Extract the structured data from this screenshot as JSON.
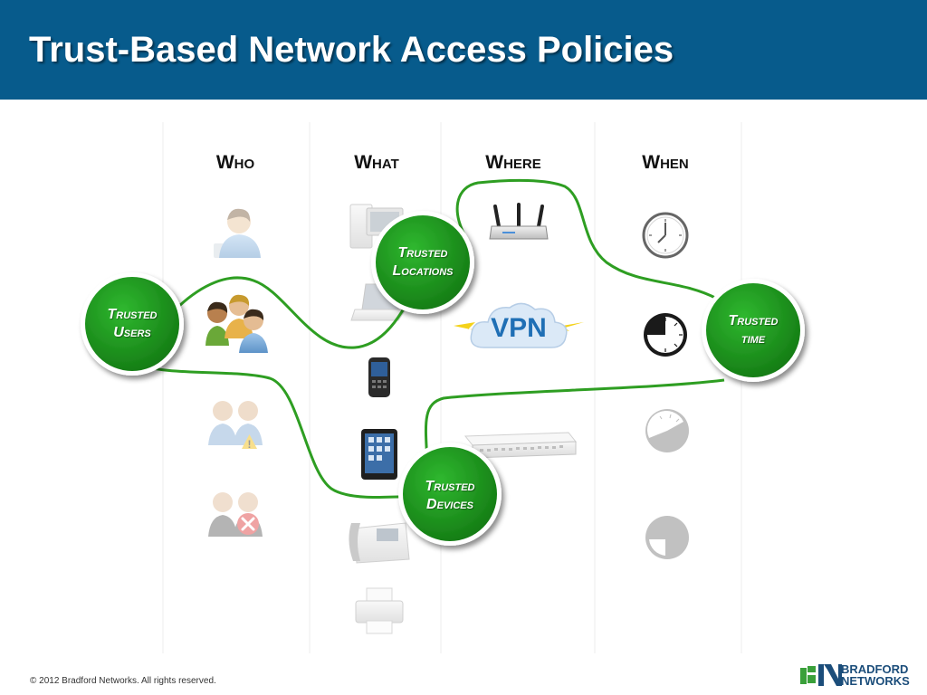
{
  "header": {
    "title": "Trust-Based Network Access Policies",
    "bg_color": "#075b8c"
  },
  "columns": [
    {
      "label": "Who"
    },
    {
      "label": "What"
    },
    {
      "label": "Where"
    },
    {
      "label": "When"
    }
  ],
  "bubbles": {
    "users": {
      "line1": "Trusted",
      "line2": "Users"
    },
    "locations": {
      "line1": "Trusted",
      "line2": "Locations"
    },
    "time": {
      "line1": "Trusted",
      "line2": "time"
    },
    "devices": {
      "line1": "Trusted",
      "line2": "Devices"
    }
  },
  "vpn_label": "VPN",
  "colors": {
    "bubble_green": "#1e9a1e",
    "path_green": "#2e9e22",
    "vpn_blue": "#1f6fb5"
  },
  "icons": {
    "who": [
      "single-user-icon",
      "user-group-icon",
      "users-warning-icon",
      "users-denied-icon"
    ],
    "what": [
      "desktop-computer-icon",
      "laptop-icon",
      "smartphone-icon",
      "tablet-icon",
      "ip-phone-icon",
      "printer-icon"
    ],
    "where": [
      "wireless-router-icon",
      "vpn-cloud-icon",
      "network-switch-icon"
    ],
    "when": [
      "clock-icon",
      "dial-gauge-icon",
      "partial-gauge-icon",
      "quarter-gauge-icon"
    ]
  },
  "footer": {
    "copyright": "© 2012 Bradford Networks. All rights reserved.",
    "logo_line1": "BRADFORD",
    "logo_line2": "NETWORKS"
  }
}
